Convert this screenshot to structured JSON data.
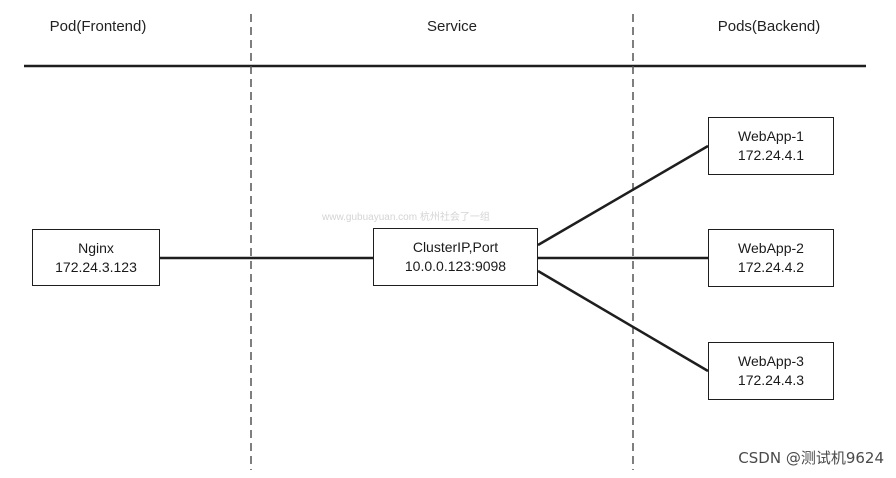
{
  "headers": {
    "frontend": "Pod(Frontend)",
    "service": "Service",
    "backend": "Pods(Backend)"
  },
  "nodes": {
    "nginx": {
      "name": "Nginx",
      "ip": "172.24.3.123"
    },
    "cluster": {
      "name": "ClusterIP,Port",
      "ip": "10.0.0.123:9098"
    },
    "webapp_1": {
      "name": "WebApp-1",
      "ip": "172.24.4.1"
    },
    "webapp_2": {
      "name": "WebApp-2",
      "ip": "172.24.4.2"
    },
    "webapp_3": {
      "name": "WebApp-3",
      "ip": "172.24.4.3"
    }
  },
  "watermarks": {
    "center": "www.gubuayuan.com 杭州社会了一组",
    "csdn": "CSDN @测试机9624"
  },
  "colors": {
    "line": "#1e1e1e",
    "dashed_divider": "#555555",
    "background": "#ffffff"
  }
}
